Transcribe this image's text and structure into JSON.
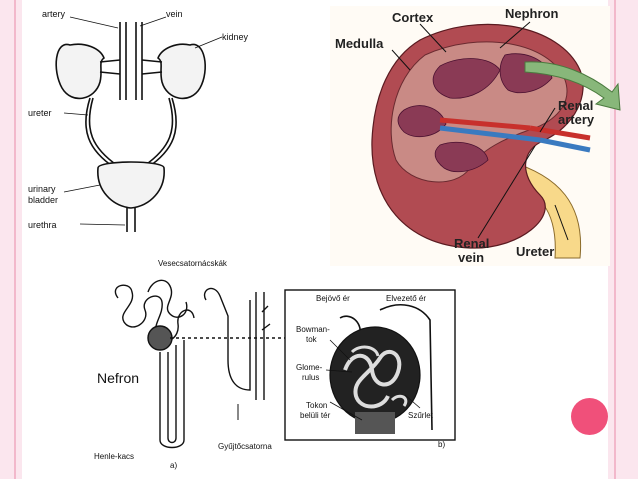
{
  "urinary_diagram": {
    "artery": "artery",
    "vein": "vein",
    "kidney": "kidney",
    "ureter": "ureter",
    "bladder_line1": "urinary",
    "bladder_line2": "bladder",
    "urethra": "urethra"
  },
  "kidney_section": {
    "cortex": "Cortex",
    "nephron": "Nephron",
    "medulla": "Medulla",
    "renal_artery_line1": "Renal",
    "renal_artery_line2": "artery",
    "renal_vein_line1": "Renal",
    "renal_vein_line2": "vein",
    "ureter": "Ureter"
  },
  "nephron_diagram": {
    "vesecsatornacskak": "Vesecsatornácskák",
    "nefron": "Nefron",
    "henle_kacs": "Henle-kacs",
    "gyujtocsatorna": "Gyűjtőcsatorna",
    "panel_a": "a)",
    "bejovo_er": "Bejövő ér",
    "elvezeto_er": "Elvezető ér",
    "bowman_line1": "Bowman-",
    "bowman_line2": "tok",
    "glomerulus_line1": "Glome-",
    "glomerulus_line2": "rulus",
    "tokon_line1": "Tokon",
    "tokon_line2": "belüli tér",
    "szurlet": "Szűrlet",
    "panel_b": "b)"
  },
  "colors": {
    "accent_pink": "#f0507a",
    "edge_pink": "#fbe6ee"
  }
}
